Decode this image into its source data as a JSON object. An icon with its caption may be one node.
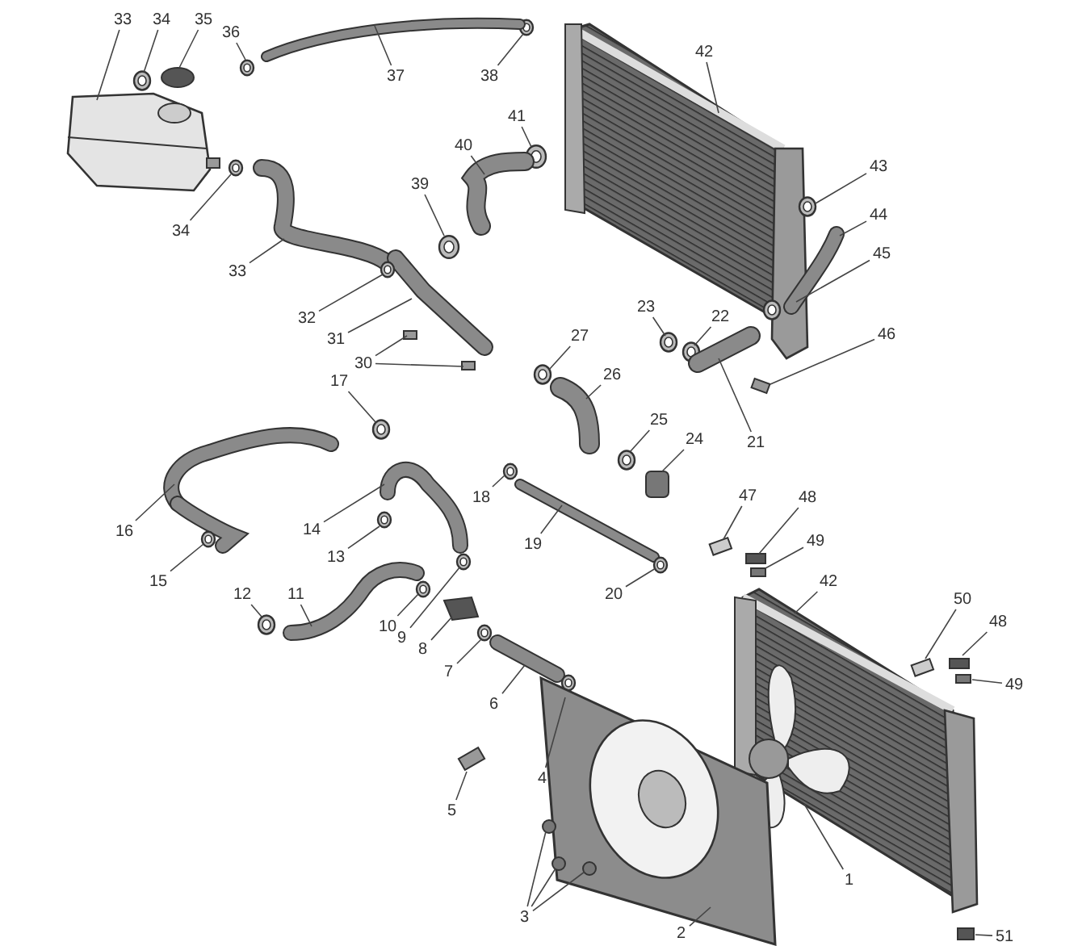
{
  "diagram": {
    "nodes": [
      {
        "text": [
          "33"
        ]
      },
      {
        "text": [
          "34"
        ]
      },
      {
        "text": [
          "35"
        ]
      },
      {
        "text": [
          "36"
        ]
      },
      {
        "text": [
          "37"
        ]
      },
      {
        "text": [
          "38"
        ]
      },
      {
        "text": [
          "42"
        ]
      },
      {
        "text": [
          "41"
        ]
      },
      {
        "text": [
          "40"
        ]
      },
      {
        "text": [
          "39"
        ]
      },
      {
        "text": [
          "34"
        ]
      },
      {
        "text": [
          "43"
        ]
      },
      {
        "text": [
          "33"
        ]
      },
      {
        "text": [
          "44"
        ]
      },
      {
        "text": [
          "45"
        ]
      },
      {
        "text": [
          "32"
        ]
      },
      {
        "text": [
          "31"
        ]
      },
      {
        "text": [
          "30"
        ]
      },
      {
        "text": [
          "23"
        ]
      },
      {
        "text": [
          "22"
        ]
      },
      {
        "text": [
          "27"
        ]
      },
      {
        "text": [
          "46"
        ]
      },
      {
        "text": [
          "26"
        ]
      },
      {
        "text": [
          "17"
        ]
      },
      {
        "text": [
          "21"
        ]
      },
      {
        "text": [
          "25"
        ]
      },
      {
        "text": [
          "24"
        ]
      },
      {
        "text": [
          "16"
        ]
      },
      {
        "text": [
          "14"
        ]
      },
      {
        "text": [
          "18"
        ]
      },
      {
        "text": [
          "13"
        ]
      },
      {
        "text": [
          "15"
        ]
      },
      {
        "text": [
          "19"
        ]
      },
      {
        "text": [
          "47"
        ]
      },
      {
        "text": [
          "48"
        ]
      },
      {
        "text": [
          "49"
        ]
      },
      {
        "text": [
          "12"
        ]
      },
      {
        "text": [
          "11"
        ]
      },
      {
        "text": [
          "42"
        ]
      },
      {
        "text": [
          "20"
        ]
      },
      {
        "text": [
          "50"
        ]
      },
      {
        "text": [
          "48"
        ]
      },
      {
        "text": [
          "49"
        ]
      },
      {
        "text": [
          "10"
        ]
      },
      {
        "text": [
          "9"
        ]
      },
      {
        "text": [
          "8"
        ]
      },
      {
        "text": [
          "7"
        ]
      },
      {
        "text": [
          "6"
        ]
      },
      {
        "text": [
          "5"
        ]
      },
      {
        "text": [
          "4"
        ]
      },
      {
        "text": [
          "1"
        ]
      },
      {
        "text": [
          "3"
        ]
      },
      {
        "text": [
          "2"
        ]
      },
      {
        "text": [
          "51"
        ]
      }
    ],
    "edges": [
      {
        "from": 0,
        "to": null,
        "arrow": "none"
      },
      {
        "from": 1,
        "to": null,
        "arrow": "none"
      },
      {
        "from": 2,
        "to": null,
        "arrow": "none"
      },
      {
        "from": 3,
        "to": null,
        "arrow": "none"
      },
      {
        "from": 4,
        "to": null,
        "arrow": "none"
      },
      {
        "from": 5,
        "to": null,
        "arrow": "none"
      },
      {
        "from": 6,
        "to": null,
        "arrow": "none"
      },
      {
        "from": 7,
        "to": null,
        "arrow": "none"
      },
      {
        "from": 8,
        "to": null,
        "arrow": "none"
      },
      {
        "from": 9,
        "to": null,
        "arrow": "none"
      },
      {
        "from": 10,
        "to": null,
        "arrow": "none"
      },
      {
        "from": 11,
        "to": null,
        "arrow": "none"
      },
      {
        "from": 12,
        "to": null,
        "arrow": "none"
      },
      {
        "from": 13,
        "to": null,
        "arrow": "none"
      },
      {
        "from": 14,
        "to": null,
        "arrow": "none"
      },
      {
        "from": 15,
        "to": null,
        "arrow": "none"
      },
      {
        "from": 16,
        "to": null,
        "arrow": "none"
      },
      {
        "from": 17,
        "to": null,
        "arrow": "none"
      },
      {
        "from": 17,
        "to": null,
        "arrow": "none"
      },
      {
        "from": 18,
        "to": null,
        "arrow": "none"
      },
      {
        "from": 19,
        "to": null,
        "arrow": "none"
      },
      {
        "from": 20,
        "to": null,
        "arrow": "none"
      },
      {
        "from": 21,
        "to": null,
        "arrow": "none"
      },
      {
        "from": 22,
        "to": null,
        "arrow": "none"
      },
      {
        "from": 23,
        "to": null,
        "arrow": "none"
      },
      {
        "from": 24,
        "to": null,
        "arrow": "none"
      },
      {
        "from": 25,
        "to": null,
        "arrow": "none"
      },
      {
        "from": 26,
        "to": null,
        "arrow": "none"
      },
      {
        "from": 27,
        "to": null,
        "arrow": "none"
      },
      {
        "from": 28,
        "to": null,
        "arrow": "none"
      },
      {
        "from": 29,
        "to": null,
        "arrow": "none"
      },
      {
        "from": 30,
        "to": null,
        "arrow": "none"
      },
      {
        "from": 31,
        "to": null,
        "arrow": "none"
      },
      {
        "from": 32,
        "to": null,
        "arrow": "none"
      },
      {
        "from": 33,
        "to": null,
        "arrow": "none"
      },
      {
        "from": 34,
        "to": null,
        "arrow": "none"
      },
      {
        "from": 35,
        "to": null,
        "arrow": "none"
      },
      {
        "from": 36,
        "to": null,
        "arrow": "none"
      },
      {
        "from": 37,
        "to": null,
        "arrow": "none"
      },
      {
        "from": 38,
        "to": null,
        "arrow": "none"
      },
      {
        "from": 39,
        "to": null,
        "arrow": "none"
      },
      {
        "from": 40,
        "to": null,
        "arrow": "none"
      },
      {
        "from": 41,
        "to": null,
        "arrow": "none"
      },
      {
        "from": 42,
        "to": null,
        "arrow": "none"
      },
      {
        "from": 43,
        "to": null,
        "arrow": "none"
      },
      {
        "from": 44,
        "to": null,
        "arrow": "none"
      },
      {
        "from": 45,
        "to": null,
        "arrow": "none"
      },
      {
        "from": 46,
        "to": null,
        "arrow": "none"
      },
      {
        "from": 47,
        "to": null,
        "arrow": "none"
      },
      {
        "from": 48,
        "to": null,
        "arrow": "none"
      },
      {
        "from": 49,
        "to": null,
        "arrow": "none"
      },
      {
        "from": 50,
        "to": null,
        "arrow": "none"
      },
      {
        "from": 51,
        "to": null,
        "arrow": "none"
      },
      {
        "from": 51,
        "to": null,
        "arrow": "none"
      },
      {
        "from": 51,
        "to": null,
        "arrow": "none"
      },
      {
        "from": 52,
        "to": null,
        "arrow": "none"
      },
      {
        "from": 53,
        "to": null,
        "arrow": "none"
      }
    ]
  }
}
